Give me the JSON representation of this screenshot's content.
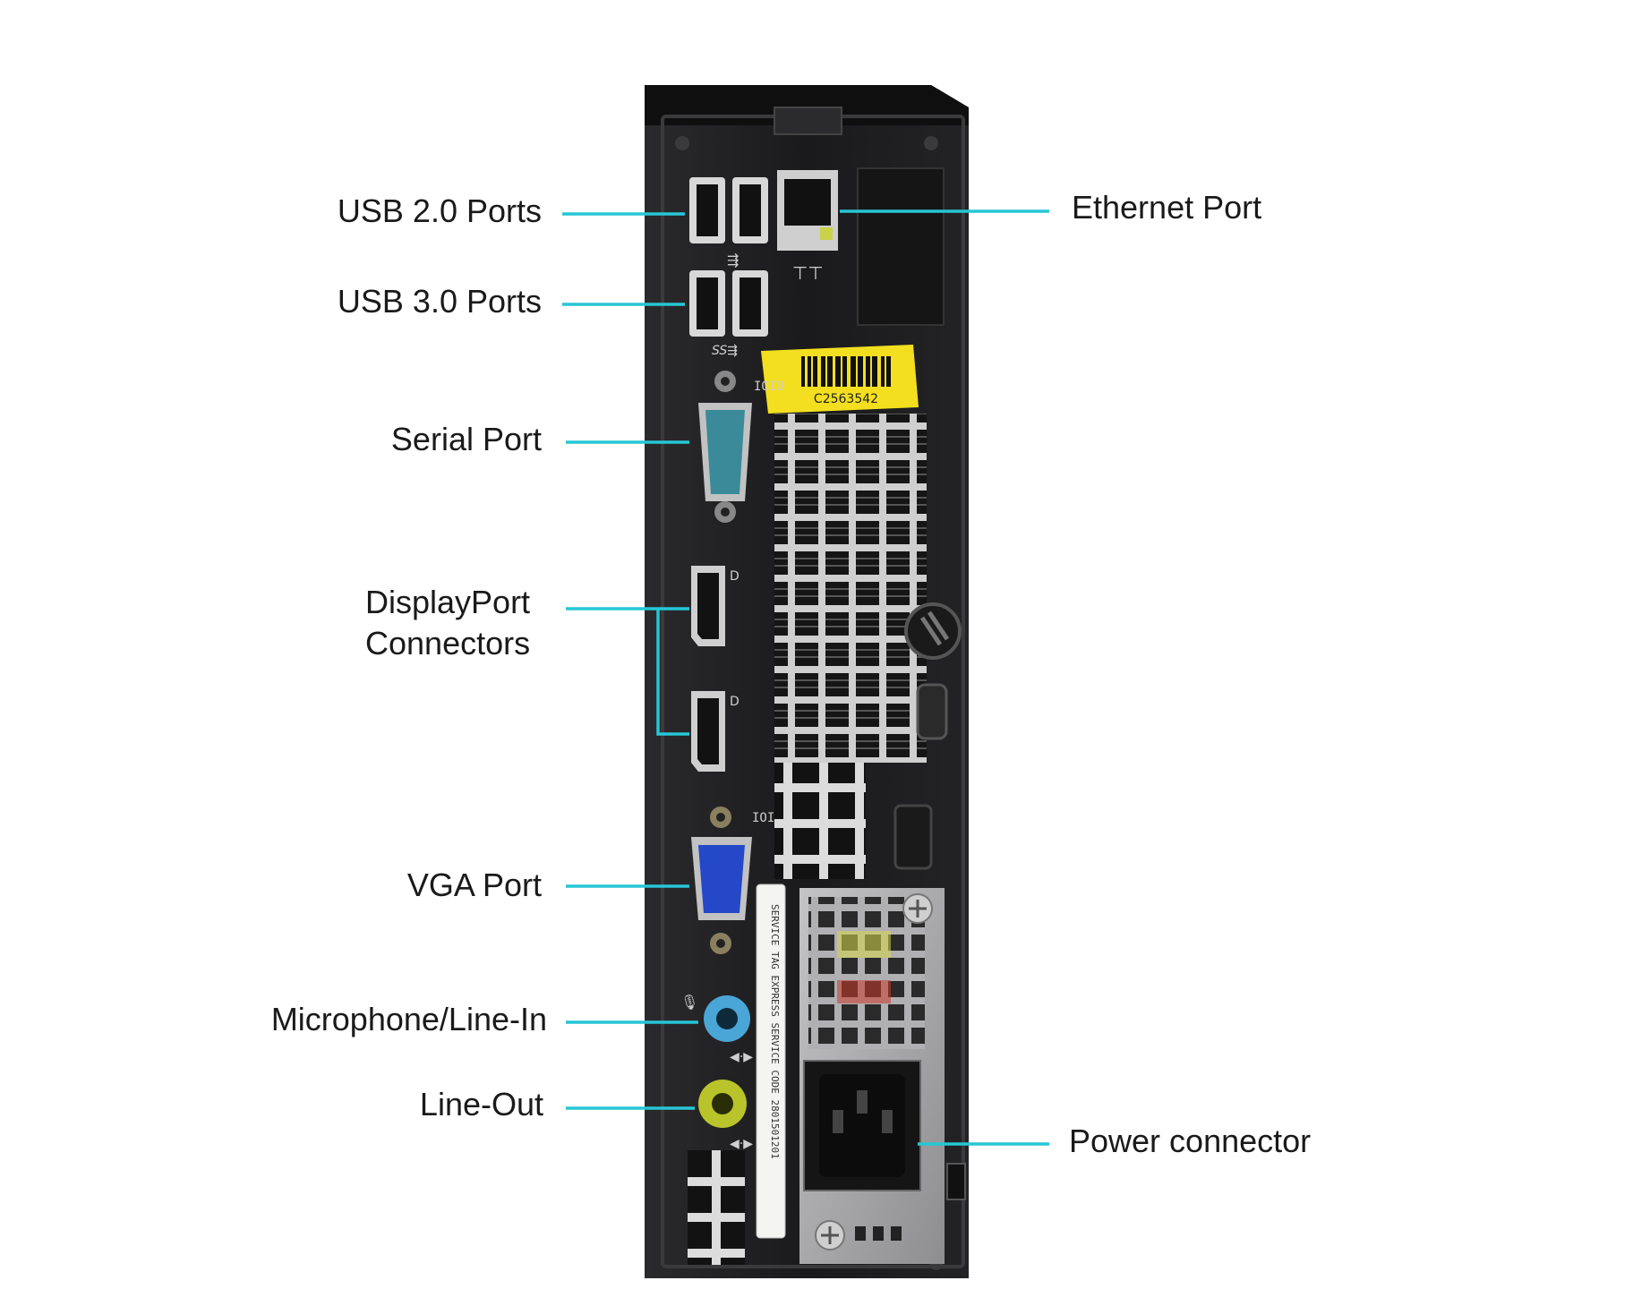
{
  "labels": {
    "usb2": "USB 2.0 Ports",
    "usb3": "USB 3.0 Ports",
    "serial": "Serial Port",
    "displayport_line1": "DisplayPort",
    "displayport_line2": "Connectors",
    "vga": "VGA Port",
    "mic": "Microphone/Line-In",
    "lineout": "Line-Out",
    "ethernet": "Ethernet Port",
    "power": "Power connector"
  },
  "asset_tag": "C2563542",
  "service_tag_text": "SERVICE TAG  EXPRESS SERVICE CODE  2801501201",
  "colors": {
    "leader_line": "#27c6d6",
    "chassis": "#1c1c1e",
    "chassis_edge": "#3a3a3c",
    "asset_tag_bg": "#f3df1f",
    "serial_port": "#3a8a9a",
    "vga_port": "#2548c8",
    "mic_jack": "#4aa6d6",
    "lineout_jack": "#b8c42a",
    "psu_metal": "#a8a8aa"
  }
}
